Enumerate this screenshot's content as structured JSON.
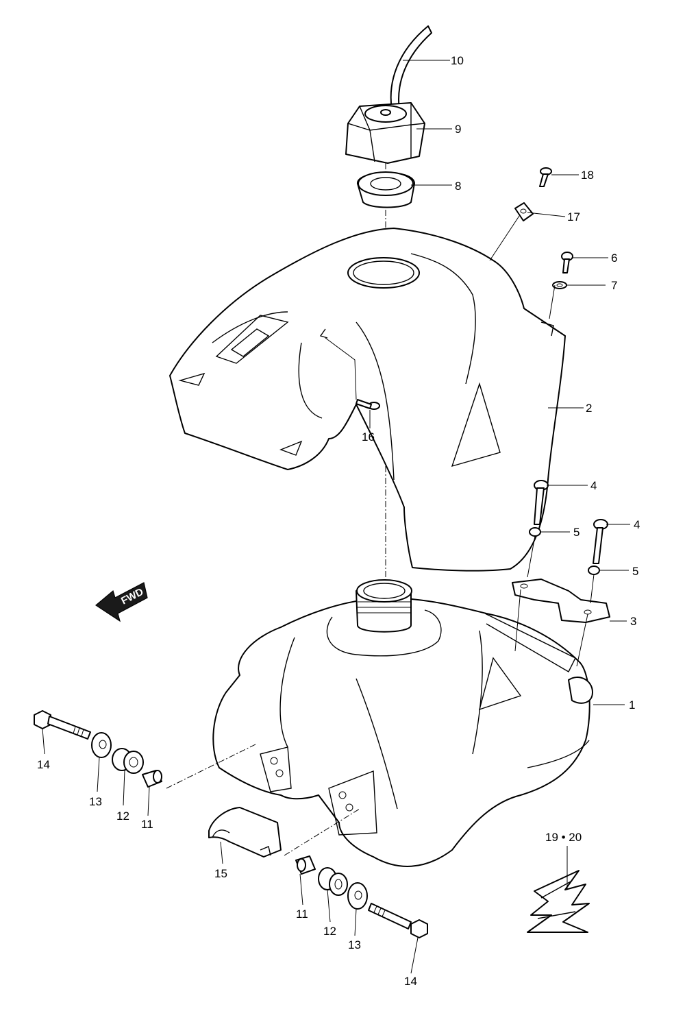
{
  "diagram": {
    "fwd_label": "FWD",
    "callouts": {
      "c1": "1",
      "c2": "2",
      "c3": "3",
      "c4a": "4",
      "c4b": "4",
      "c5a": "5",
      "c5b": "5",
      "c6": "6",
      "c7": "7",
      "c8": "8",
      "c9": "9",
      "c10": "10",
      "c11a": "11",
      "c11b": "11",
      "c12a": "12",
      "c12b": "12",
      "c13a": "13",
      "c13b": "13",
      "c14a": "14",
      "c14b": "14",
      "c15": "15",
      "c16": "16",
      "c17": "17",
      "c18": "18",
      "c19_20": "19 • 20"
    }
  }
}
